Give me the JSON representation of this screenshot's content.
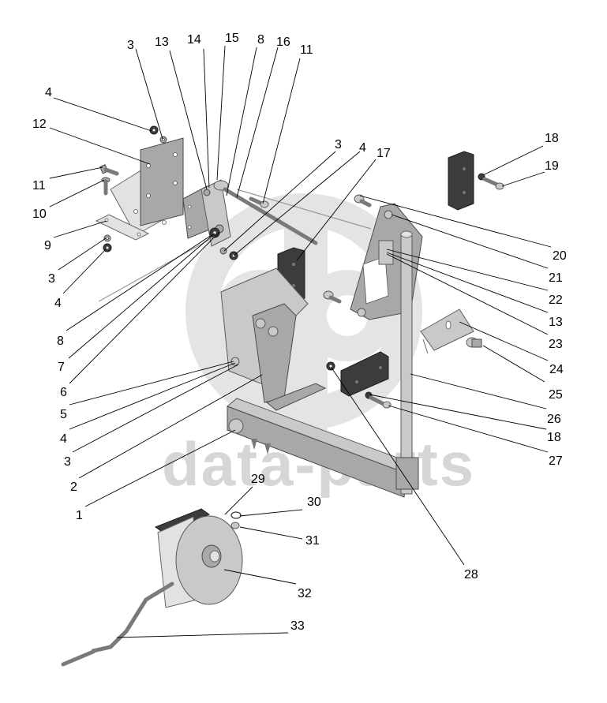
{
  "diagram": {
    "type": "exploded-parts-assembly",
    "watermark": {
      "text": "data-parts",
      "logo": "dp-circle-logo",
      "color": "#d6d6d6"
    },
    "line_color": "#000000",
    "part_shade_colors": [
      "#c9c9c9",
      "#a8a8a8",
      "#3c3c3c",
      "#e2e2e2"
    ]
  },
  "callouts": [
    {
      "id": "c-3-top",
      "label": "3"
    },
    {
      "id": "c-13-top",
      "label": "13"
    },
    {
      "id": "c-14",
      "label": "14"
    },
    {
      "id": "c-15",
      "label": "15"
    },
    {
      "id": "c-8-top",
      "label": "8"
    },
    {
      "id": "c-16",
      "label": "16"
    },
    {
      "id": "c-11-top",
      "label": "11"
    },
    {
      "id": "c-4-top",
      "label": "4"
    },
    {
      "id": "c-12",
      "label": "12"
    },
    {
      "id": "c-11-left",
      "label": "11"
    },
    {
      "id": "c-10",
      "label": "10"
    },
    {
      "id": "c-9",
      "label": "9"
    },
    {
      "id": "c-3-left",
      "label": "3"
    },
    {
      "id": "c-4-left",
      "label": "4"
    },
    {
      "id": "c-8-left",
      "label": "8"
    },
    {
      "id": "c-7",
      "label": "7"
    },
    {
      "id": "c-6",
      "label": "6"
    },
    {
      "id": "c-5",
      "label": "5"
    },
    {
      "id": "c-4-low",
      "label": "4"
    },
    {
      "id": "c-3-low",
      "label": "3"
    },
    {
      "id": "c-2",
      "label": "2"
    },
    {
      "id": "c-1",
      "label": "1"
    },
    {
      "id": "c-3-mid",
      "label": "3"
    },
    {
      "id": "c-4-mid",
      "label": "4"
    },
    {
      "id": "c-17",
      "label": "17"
    },
    {
      "id": "c-18-top",
      "label": "18"
    },
    {
      "id": "c-19",
      "label": "19"
    },
    {
      "id": "c-20",
      "label": "20"
    },
    {
      "id": "c-21",
      "label": "21"
    },
    {
      "id": "c-22",
      "label": "22"
    },
    {
      "id": "c-13-right",
      "label": "13"
    },
    {
      "id": "c-23",
      "label": "23"
    },
    {
      "id": "c-24",
      "label": "24"
    },
    {
      "id": "c-25",
      "label": "25"
    },
    {
      "id": "c-26",
      "label": "26"
    },
    {
      "id": "c-18-low",
      "label": "18"
    },
    {
      "id": "c-27",
      "label": "27"
    },
    {
      "id": "c-28",
      "label": "28"
    },
    {
      "id": "c-29",
      "label": "29"
    },
    {
      "id": "c-30",
      "label": "30"
    },
    {
      "id": "c-31",
      "label": "31"
    },
    {
      "id": "c-32",
      "label": "32"
    },
    {
      "id": "c-33",
      "label": "33"
    }
  ]
}
